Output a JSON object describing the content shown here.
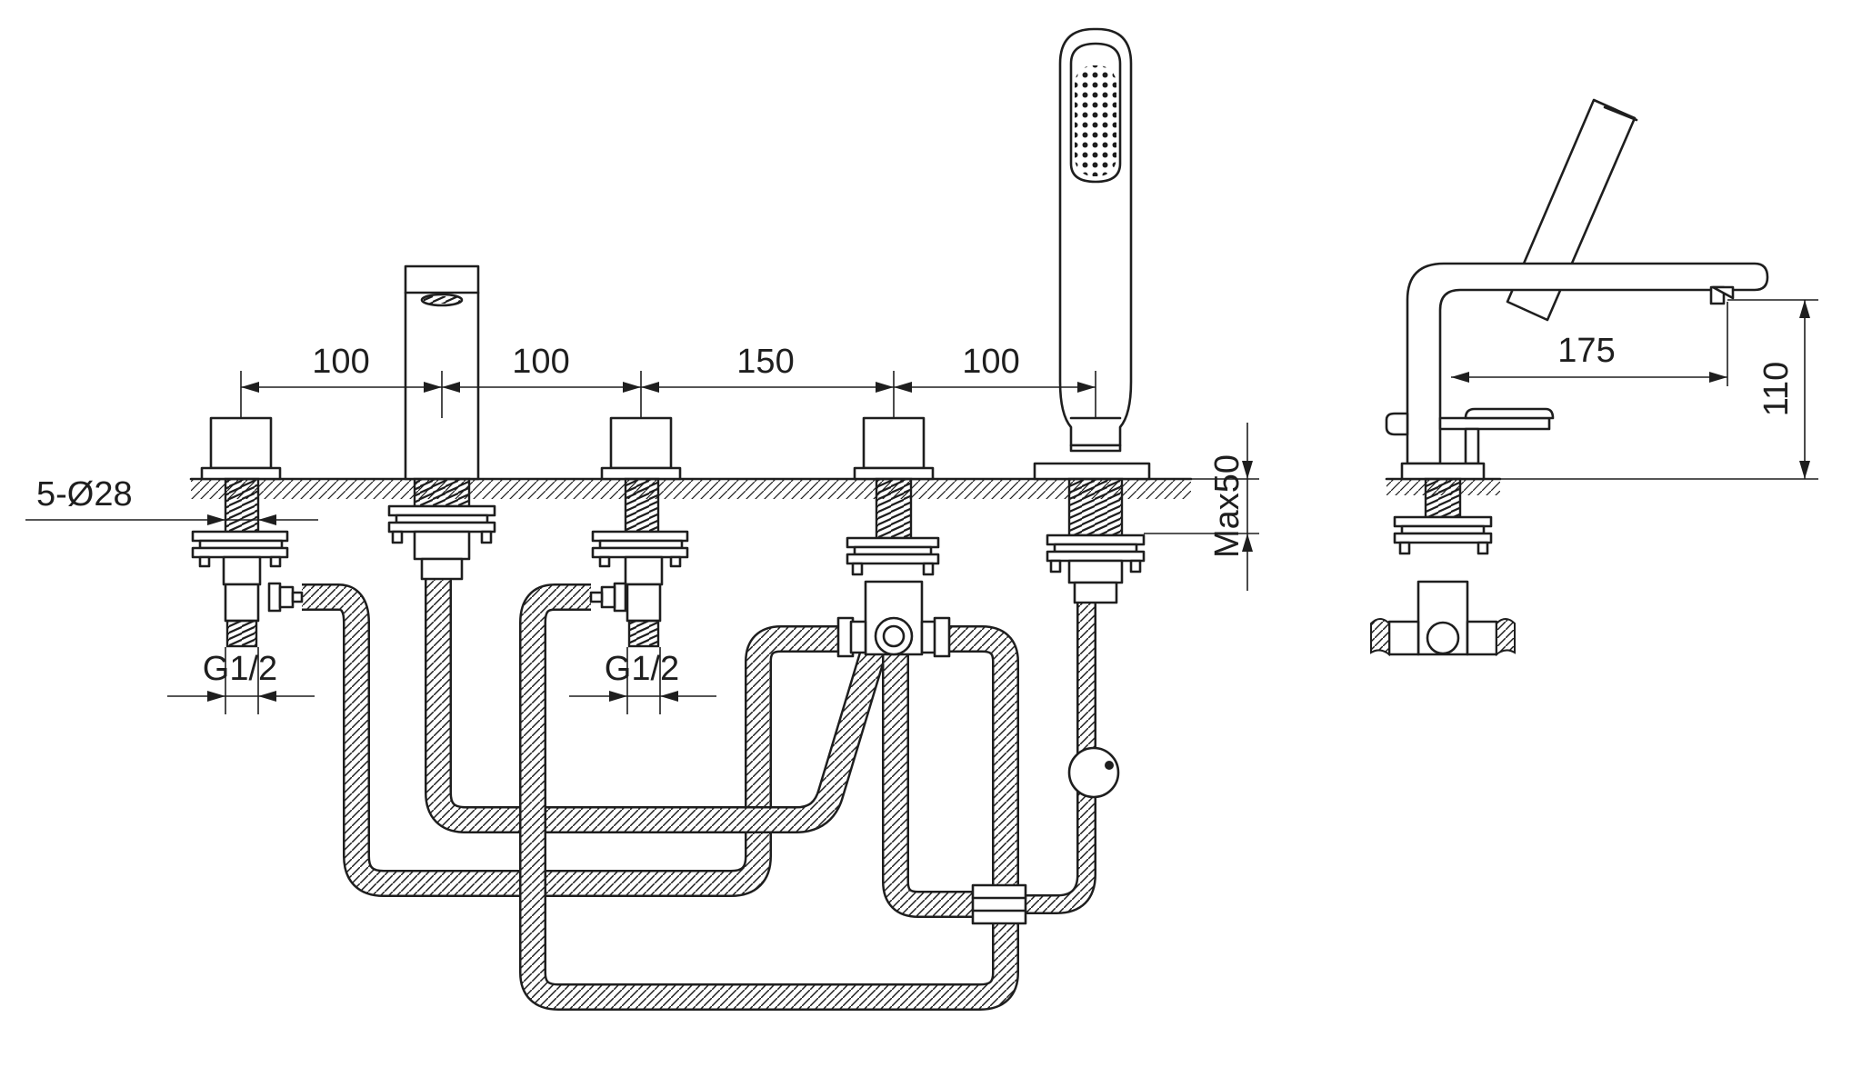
{
  "dimensions": {
    "spacing_1": "100",
    "spacing_2": "100",
    "spacing_3": "150",
    "spacing_4": "100",
    "holes": "5-Ø28",
    "thread_left": "G1/2",
    "thread_middle": "G1/2",
    "deck_thickness": "Max50",
    "spout_reach": "175",
    "spout_height": "110"
  }
}
